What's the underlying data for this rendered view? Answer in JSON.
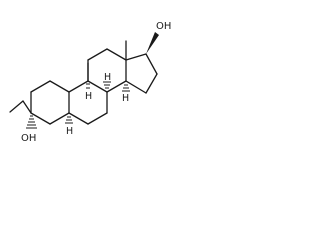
{
  "molecule": {
    "labels": {
      "oh_17": "OH",
      "oh_3": "OH",
      "h_8": "H",
      "h_9": "H",
      "h_14": "H",
      "h_5": "H"
    },
    "colors": {
      "ink": "#1a1a1a",
      "background": "#ffffff"
    }
  }
}
